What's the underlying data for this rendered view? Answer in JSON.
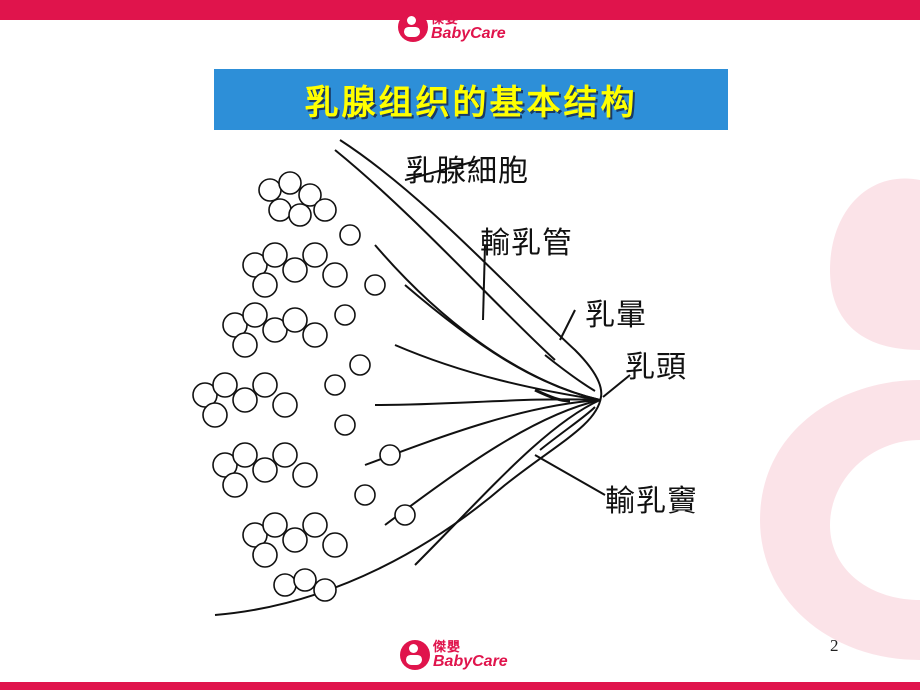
{
  "slide": {
    "title": "乳腺组织的基本结构",
    "page_number": "2",
    "brand": {
      "chinese": "傑嬰",
      "english": "BabyCare",
      "color": "#e0144c"
    }
  },
  "labels": {
    "cells": "乳腺細胞",
    "duct": "輸乳管",
    "areola": "乳暈",
    "nipple": "乳頭",
    "sinus": "輸乳竇"
  },
  "colors": {
    "accent": "#e0144c",
    "title_bg": "#2d8fd8",
    "title_text": "#ffff00"
  }
}
